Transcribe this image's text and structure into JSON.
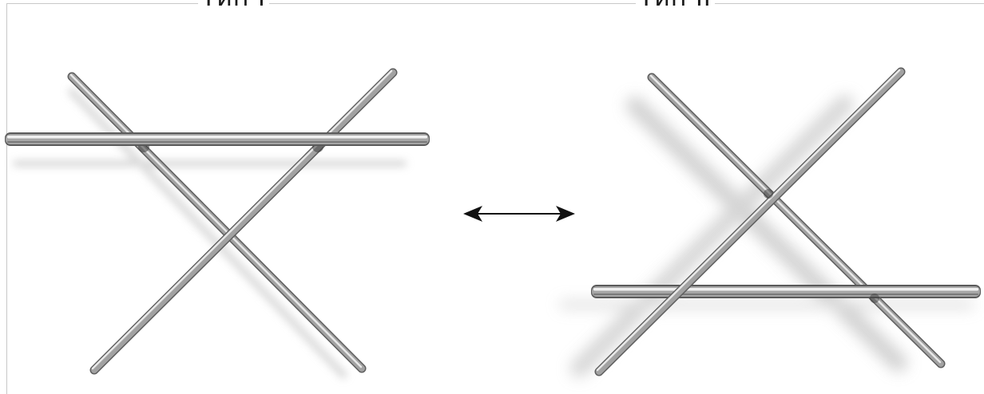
{
  "labels": {
    "left": "Тип I",
    "right": "Тип II"
  },
  "arrow": {
    "kind": "double-headed",
    "color": "#111111"
  },
  "rod_colors": {
    "highlight": "#eeeeee",
    "body": "#9a9a9a",
    "edge": "#5c5c5c",
    "shadow": "#bdbdbd"
  }
}
